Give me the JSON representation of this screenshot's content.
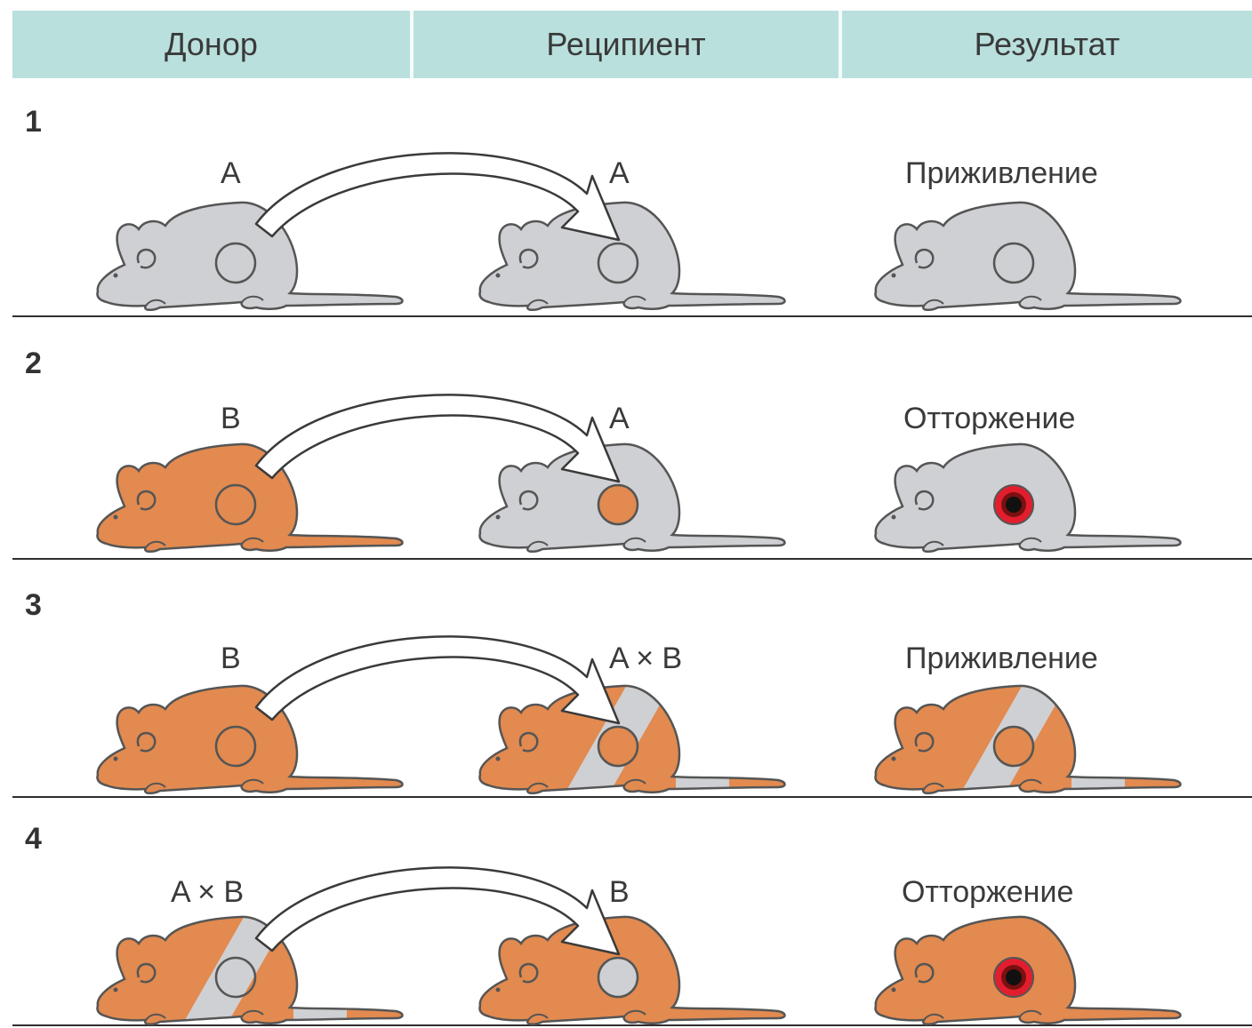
{
  "header": {
    "donor": "Донор",
    "recipient": "Реципиент",
    "result": "Результат"
  },
  "rows": [
    {
      "num": "1",
      "donor": "A",
      "recipient": "A",
      "result": "Приживление"
    },
    {
      "num": "2",
      "donor": "B",
      "recipient": "A",
      "result": "Отторжение"
    },
    {
      "num": "3",
      "donor": "B",
      "recipient": "A × B",
      "result": "Приживление"
    },
    {
      "num": "4",
      "donor": "A × B",
      "recipient": "B",
      "result": "Отторжение"
    }
  ],
  "colors": {
    "header_bg": "#b9e0dd",
    "strain_A": "#cfd0d3",
    "strain_B": "#e28a4f",
    "outline": "#555555",
    "rejection": "#e21e2e"
  }
}
